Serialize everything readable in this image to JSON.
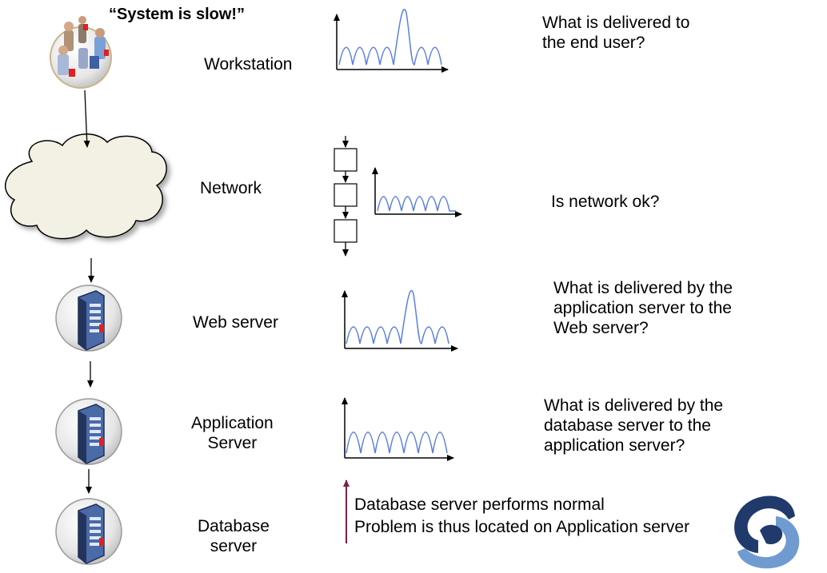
{
  "headline": "“System is slow!”",
  "tiers": [
    {
      "label": "Workstation",
      "question": "What is delivered to\nthe end user?"
    },
    {
      "label": "Network",
      "question": "Is network ok?"
    },
    {
      "label": "Web server",
      "question": "What is delivered by the\napplication server to the\nWeb server?"
    },
    {
      "label": "Application\nServer",
      "question": "What is delivered by the\ndatabase server to the\napplication server?"
    },
    {
      "label": "Database\nserver",
      "question": ""
    }
  ],
  "conclusion": {
    "line1": "Database server performs normal",
    "line2": "Problem is thus located on Application server"
  },
  "colors": {
    "wave": "#5b7fe0",
    "arrow": "#7a1f4a",
    "logo_dark": "#1f3a6b",
    "logo_light": "#6f9bd1",
    "cloud_fill": "#f3f0e4",
    "server_blue": "#4a6aa8",
    "server_red": "#e02020"
  },
  "icons": [
    "users-icon",
    "cloud-icon",
    "server-icon",
    "server-icon",
    "server-icon",
    "company-logo-icon"
  ]
}
